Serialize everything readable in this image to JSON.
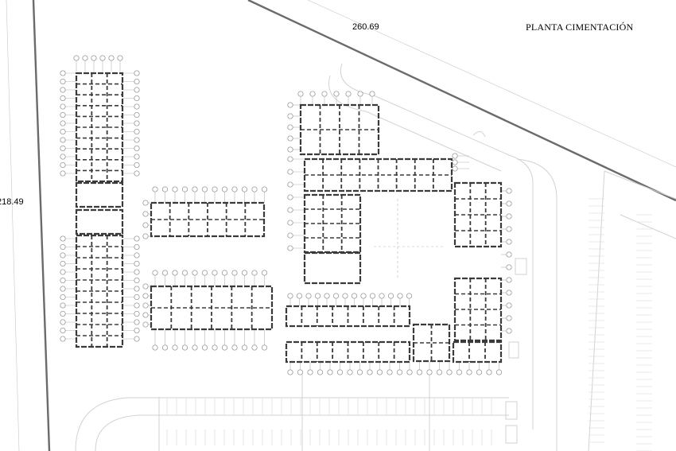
{
  "drawing": {
    "title": "PLANTA CIMENTACIÓN",
    "dim_top": "260.69",
    "dim_left": "218.49"
  },
  "colors": {
    "background": "#ffffff",
    "boundary": "#6b6b6b",
    "structure": "#3a3a3a",
    "grid": "#b5b5b5",
    "site": "#d2d2d2"
  },
  "icons": [
    "grid-bubble-icon"
  ]
}
